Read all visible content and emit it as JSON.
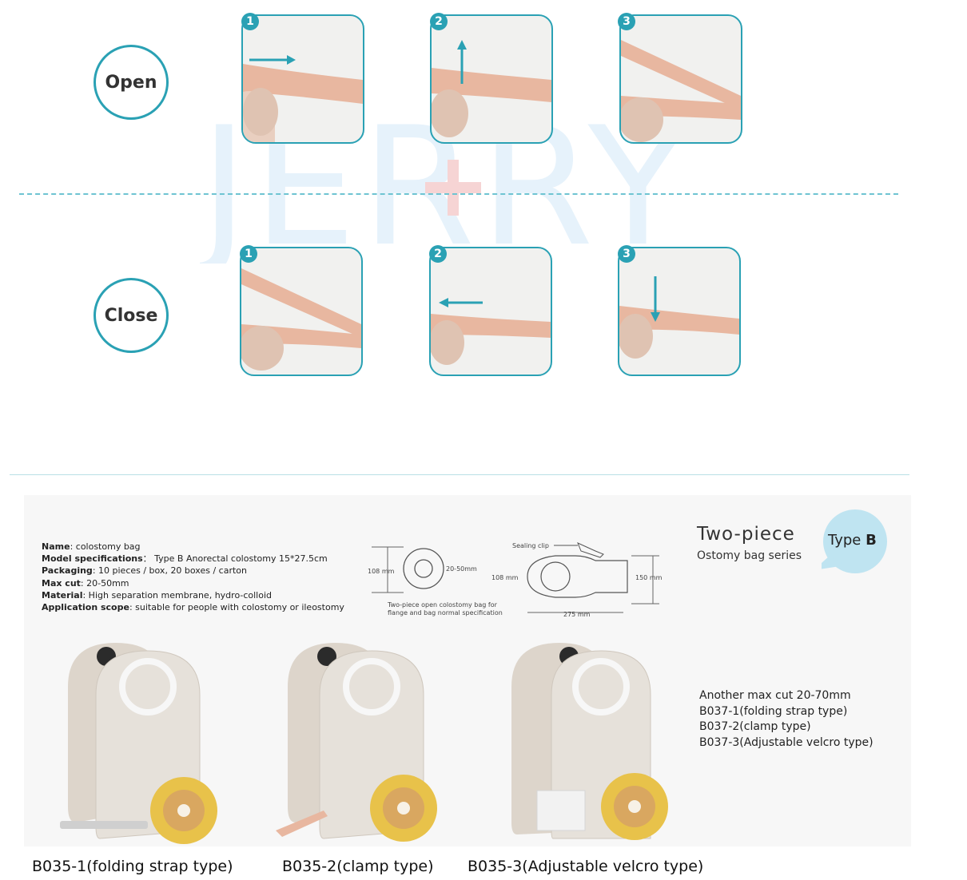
{
  "watermark": "JERRY",
  "sections": {
    "open_label": "Open",
    "close_label": "Close",
    "step_numbers": [
      "1",
      "2",
      "3"
    ]
  },
  "spec": {
    "name_key": "Name",
    "name_val": ": colostomy bag",
    "model_key": "Model specifications",
    "model_val": "： Type B Anorectal colostomy 15*27.5cm",
    "pack_key": "Packaging",
    "pack_val": ": 10 pieces / box, 20 boxes / carton",
    "maxcut_key": "Max cut",
    "maxcut_val": ": 20-50mm",
    "material_key": "Material",
    "material_val": ": High separation membrane, hydro-colloid",
    "scope_key": "Application scope",
    "scope_val": ": suitable for people with colostomy or ileostomy"
  },
  "diagram": {
    "flange_height": "108 mm",
    "flange_cut": "20-50mm",
    "caption_line1": "Two-piece open colostomy bag for",
    "caption_line2": "flange and bag normal specification",
    "sealing_clip": "Sealing clip",
    "bag_height": "108 mm",
    "bag_right": "150 mm",
    "bag_length": "275 mm"
  },
  "badge": {
    "title": "Two-piece",
    "subtitle": "Ostomy bag series",
    "type_prefix": "Type",
    "type_letter": "B"
  },
  "extra": {
    "line1": "Another max cut 20-70mm",
    "line2": "B037-1(folding strap type)",
    "line3": "B037-2(clamp type)",
    "line4": "B037-3(Adjustable velcro type)"
  },
  "products": [
    {
      "caption": "B035-1(folding strap type)"
    },
    {
      "caption": "B035-2(clamp type)"
    },
    {
      "caption": "B035-3(Adjustable velcro type)"
    }
  ],
  "colors": {
    "accent": "#2aa1b4",
    "clip": "#e8b7a0",
    "flange": "#e8c24a"
  }
}
